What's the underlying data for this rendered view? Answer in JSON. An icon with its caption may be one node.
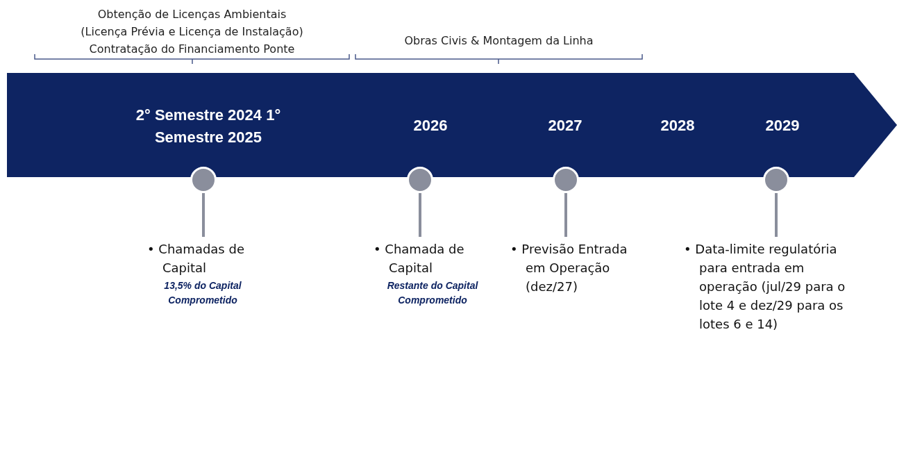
{
  "diagram": {
    "nodes": [
      {
        "text": [],
        "shape": "arrow"
      },
      {
        "text": [
          "2° Semestre 2024 1° Semestre 2025"
        ],
        "in": 0
      },
      {
        "text": [
          "2026"
        ],
        "in": 0
      },
      {
        "text": [
          "2027"
        ],
        "in": 0
      },
      {
        "text": [
          "2028"
        ],
        "in": 0
      },
      {
        "text": [
          "2029"
        ],
        "in": 0
      },
      {
        "text": [],
        "shape": "circle"
      },
      {
        "text": [],
        "shape": "circle"
      },
      {
        "text": [],
        "shape": "circle"
      },
      {
        "text": [],
        "shape": "circle"
      },
      {
        "text": [
          "• Chamadas de Capital",
          "13,5% do Capital Comprometido"
        ]
      },
      {
        "text": [
          "• Chamada de Capital",
          "Restante do Capital Comprometido"
        ]
      },
      {
        "text": [
          "• Previsão Entrada em Operação (dez/27)"
        ]
      },
      {
        "text": [
          "• Data-limite regulatória para entrada em operação (jul/29 para o lote 4 e dez/29 para os lotes 6 e 14)"
        ]
      }
    ],
    "edges": [
      {
        "from": 6,
        "to": 10,
        "arrow": "none"
      },
      {
        "from": 7,
        "to": 11,
        "arrow": "none"
      },
      {
        "from": 8,
        "to": 12,
        "arrow": "none"
      },
      {
        "from": 9,
        "to": 13,
        "arrow": "none"
      }
    ],
    "labels": [
      "Obtenção de Licenças Ambientais",
      "(Licença Prévia e Licença de Instalação)",
      "Contratação do Financiamento Ponte",
      "Obras Civis & Montagem da Linha"
    ]
  }
}
